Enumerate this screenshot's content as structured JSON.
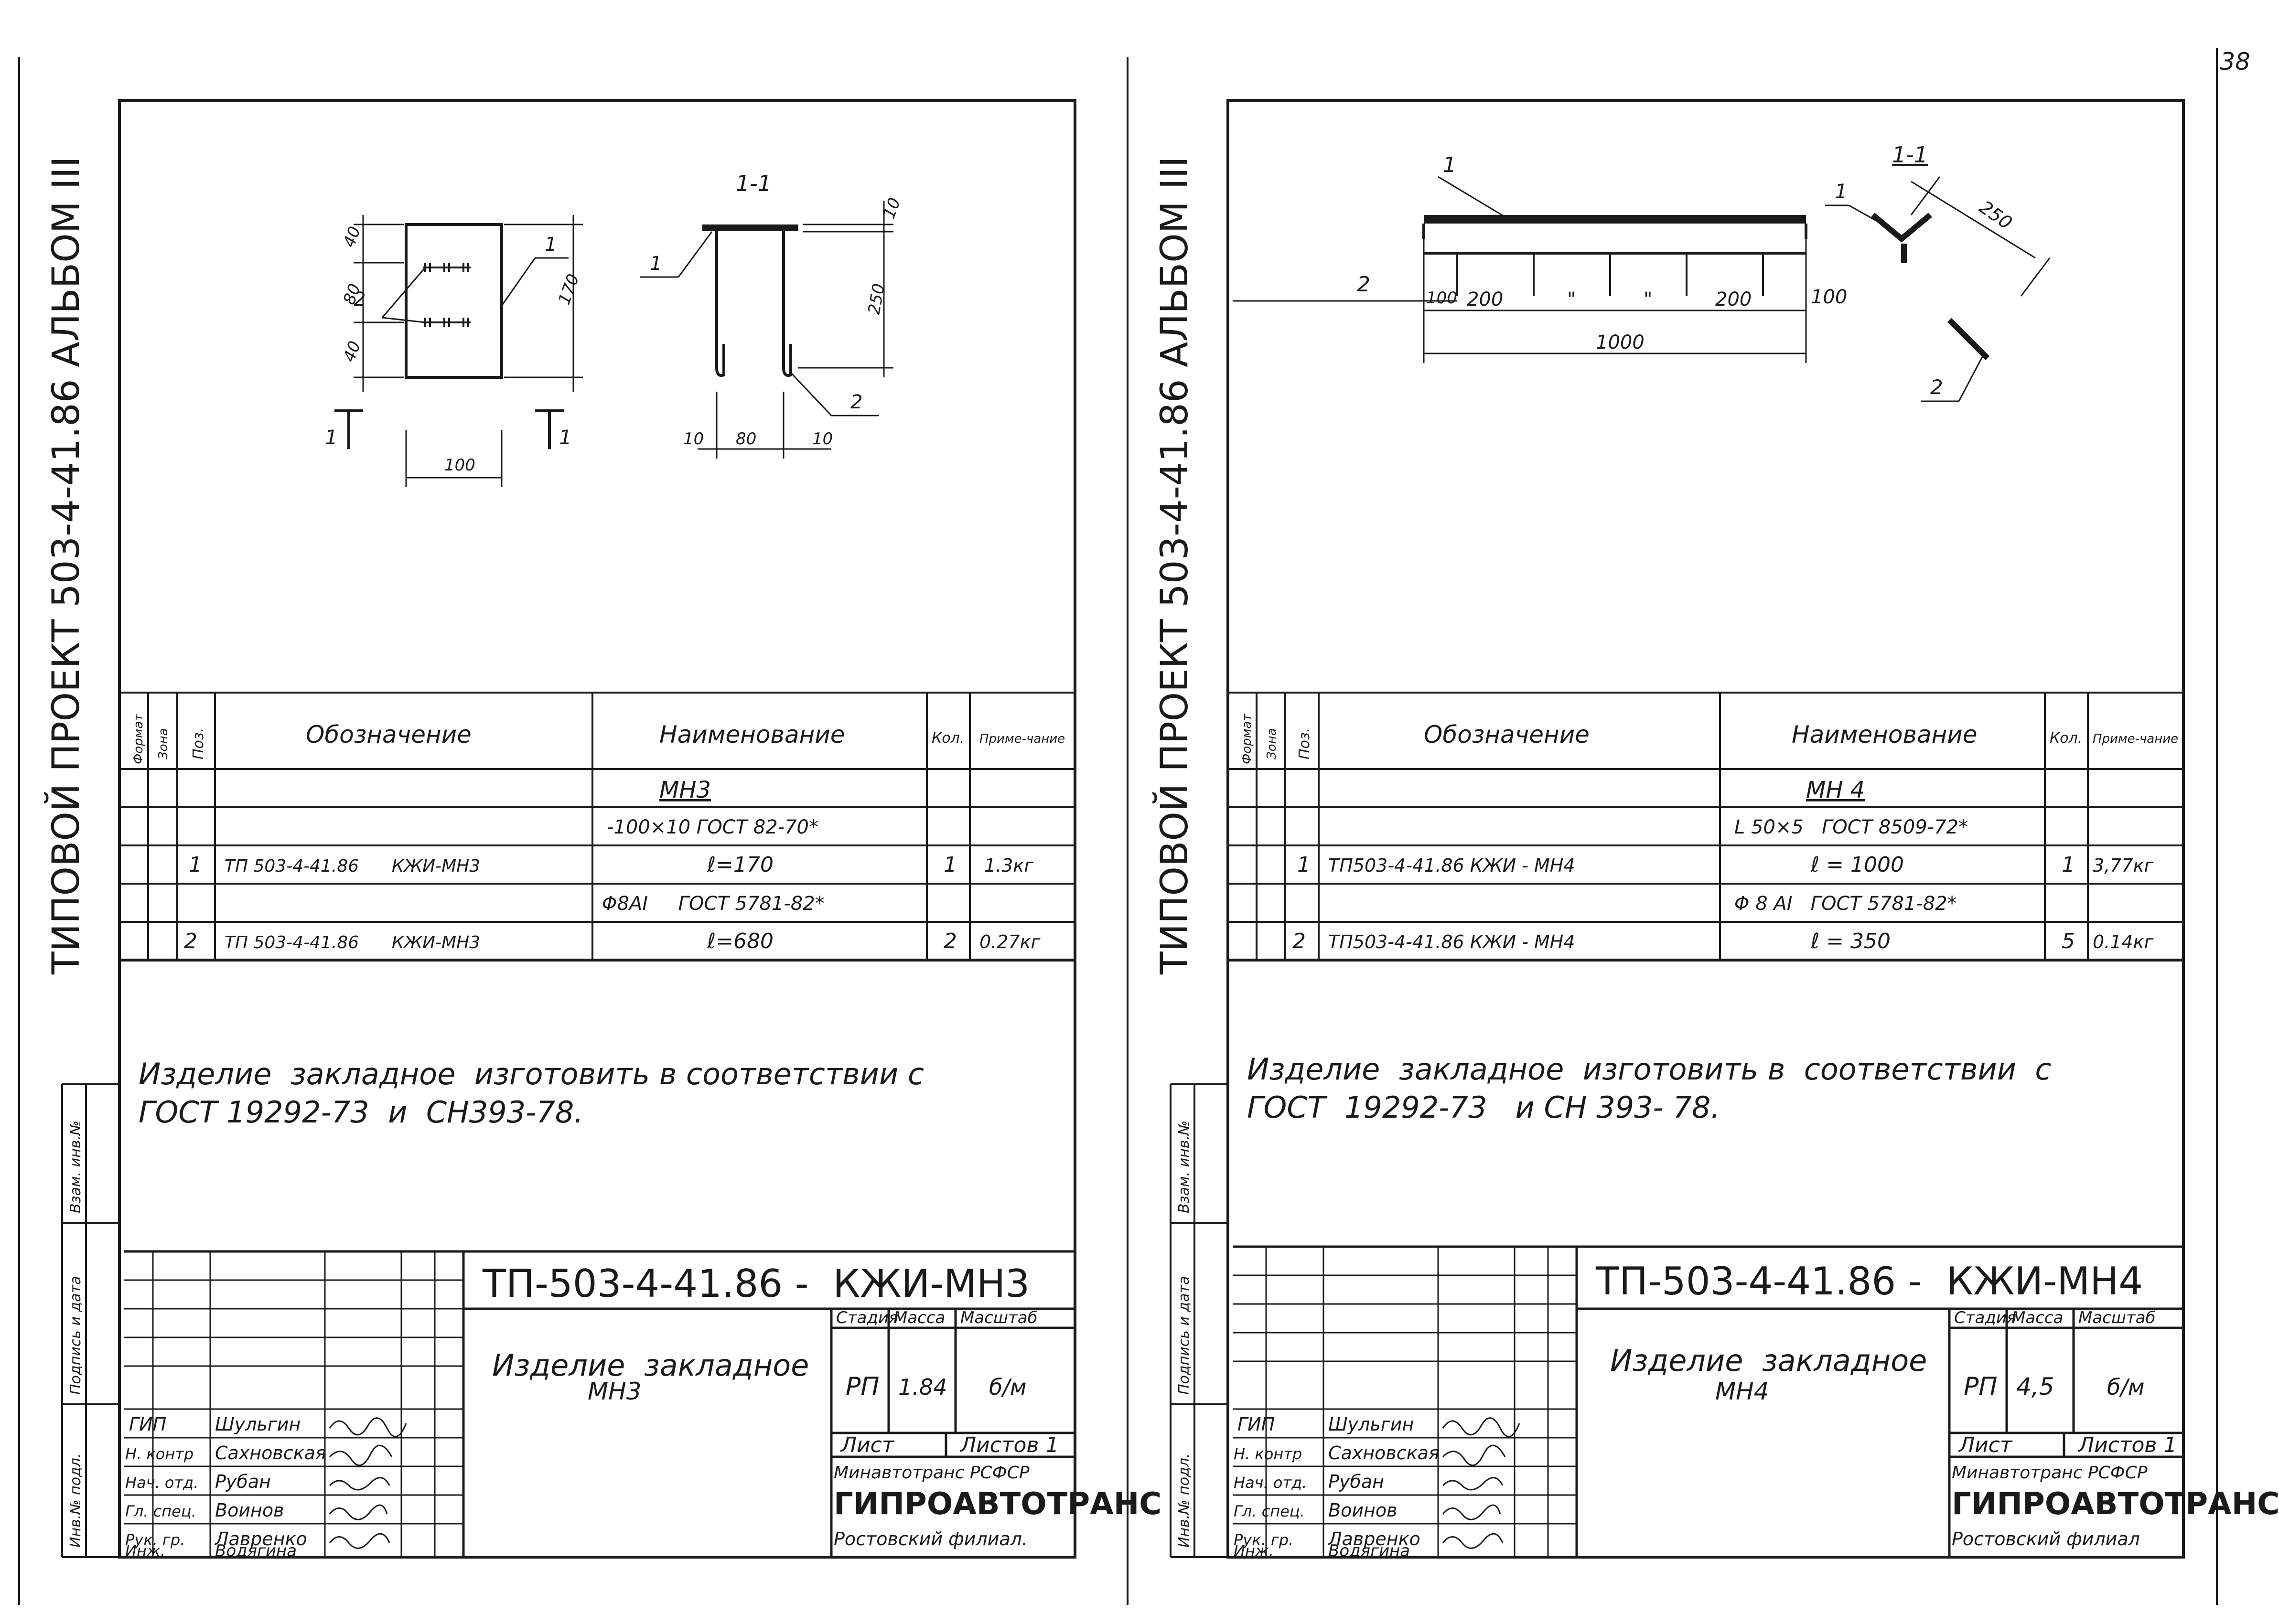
{
  "page_number": "38",
  "sheets": [
    {
      "id": "left",
      "side_title": "ТИПОВОЙ  ПРОЕКТ 503-4-41.86  АЛЬБОМ  III",
      "drawing": {
        "section_label": "1-1",
        "plan_dims": [
          "40",
          "80",
          "40",
          "170",
          "100"
        ],
        "section_dims": [
          "10",
          "250",
          "10",
          "80",
          "10"
        ],
        "callouts": [
          "1",
          "2",
          "1",
          "2"
        ],
        "cut_marks": [
          "1",
          "1"
        ]
      },
      "spec": {
        "headers": [
          "Формат",
          "Зона",
          "Поз.",
          "Обозначение",
          "Наименование",
          "Кол.",
          "Приме-чание"
        ],
        "rows": [
          {
            "pos": "",
            "designation": "",
            "name": "МН3",
            "qty": "",
            "note": ""
          },
          {
            "pos": "",
            "designation": "",
            "name": "-100×10  ГОСТ 82-70*",
            "qty": "",
            "note": ""
          },
          {
            "pos": "1",
            "designation": "ТП 503-4-41.86      КЖИ-МН3",
            "name": "ℓ=170",
            "qty": "1",
            "note": "1.3кг"
          },
          {
            "pos": "",
            "designation": "",
            "name": "Φ8АI     ГОСТ 5781-82*",
            "qty": "",
            "note": ""
          },
          {
            "pos": "2",
            "designation": "ТП 503-4-41.86      КЖИ-МН3",
            "name": "ℓ=680",
            "qty": "2",
            "note": "0.27кг"
          }
        ]
      },
      "note_lines": [
        "Изделие  закладное  изготовить в соответствии с",
        "ГОСТ 19292-73  и  СН393-78."
      ],
      "margin_labels": [
        "Взам. инв.№",
        "Подпись и дата",
        "Инв.№ подл."
      ],
      "title_block": {
        "code": "ТП-503-4-41.86 -  КЖИ-МН3",
        "item_name": "Изделие  закладное",
        "item_code": "МН3",
        "stage_label": "Стадия",
        "mass_label": "Масса",
        "scale_label": "Масштаб",
        "stage": "РП",
        "mass": "1.84",
        "scale": "б/м",
        "sheet_label": "Лист",
        "sheets_label": "Листов 1",
        "org1": "Минавтотранс РСФСР",
        "org2": "ГИПРОАВТОТРАНС",
        "org3": "Ростовский филиал.",
        "people": [
          {
            "role": "ГИП",
            "name": "Шульгин"
          },
          {
            "role": "Н. контр",
            "name": "Сахновская"
          },
          {
            "role": "Нач. отд.",
            "name": "Рубан"
          },
          {
            "role": "Гл. спец.",
            "name": "Воинов"
          },
          {
            "role": "Рук. гр.",
            "name": "Лавренко"
          },
          {
            "role": "Инж.",
            "name": "Водягина"
          }
        ]
      }
    },
    {
      "id": "right",
      "side_title": "ТИПОВОЙ  ПРОЕКТ 503-4-41.86  АЛЬБОМ  III",
      "drawing": {
        "section_label": "1-1",
        "plan_dims": [
          "100",
          "200",
          "\"",
          "\"",
          "200",
          "100",
          "1000"
        ],
        "section_dims": [
          "250"
        ],
        "callouts": [
          "1",
          "2",
          "1",
          "2"
        ]
      },
      "spec": {
        "headers": [
          "Формат",
          "Зона",
          "Поз.",
          "Обозначение",
          "Наименование",
          "Кол.",
          "Приме-чание"
        ],
        "rows": [
          {
            "pos": "",
            "designation": "",
            "name": "МН 4",
            "qty": "",
            "note": ""
          },
          {
            "pos": "",
            "designation": "",
            "name": "L 50×5   ГОСТ 8509-72*",
            "qty": "",
            "note": ""
          },
          {
            "pos": "1",
            "designation": "ТП503-4-41.86 КЖИ - МН4",
            "name": "ℓ = 1000",
            "qty": "1",
            "note": "3,77кг"
          },
          {
            "pos": "",
            "designation": "",
            "name": "Φ 8 АI   ГОСТ 5781-82*",
            "qty": "",
            "note": ""
          },
          {
            "pos": "2",
            "designation": "ТП503-4-41.86 КЖИ - МН4",
            "name": "ℓ = 350",
            "qty": "5",
            "note": "0.14кг"
          }
        ]
      },
      "note_lines": [
        "Изделие  закладное  изготовить в  соответствии  с",
        "ГОСТ  19292-73   и СН 393- 78."
      ],
      "margin_labels": [
        "Взам. инв.№",
        "Подпись и дата",
        "Инв.№ подл."
      ],
      "title_block": {
        "code": "ТП-503-4-41.86 -  КЖИ-МН4",
        "item_name": "Изделие  закладное",
        "item_code": "МН4",
        "stage_label": "Стадия",
        "mass_label": "Масса",
        "scale_label": "Масштаб",
        "stage": "РП",
        "mass": "4,5",
        "scale": "б/м",
        "sheet_label": "Лист",
        "sheets_label": "Листов 1",
        "org1": "Минавтотранс РСФСР",
        "org2": "ГИПРОАВТОТРАНС",
        "org3": "Ростовский филиал",
        "people": [
          {
            "role": "ГИП",
            "name": "Шульгин"
          },
          {
            "role": "Н. контр",
            "name": "Сахновская"
          },
          {
            "role": "Нач. отд.",
            "name": "Рубан"
          },
          {
            "role": "Гл. спец.",
            "name": "Воинов"
          },
          {
            "role": "Рук. гр.",
            "name": "Лавренко"
          },
          {
            "role": "Инж.",
            "name": "Водягина"
          }
        ]
      }
    }
  ]
}
